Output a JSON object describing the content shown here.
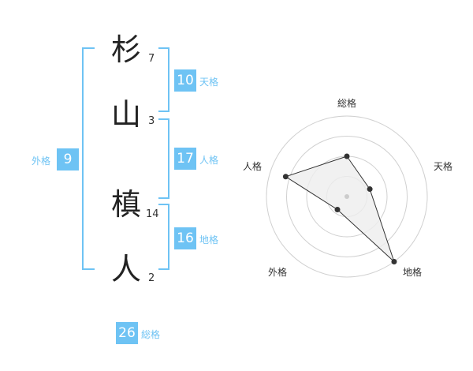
{
  "name": {
    "chars": [
      {
        "char": "杉",
        "strokes": "7"
      },
      {
        "char": "山",
        "strokes": "3"
      },
      {
        "char": "槙",
        "strokes": "14"
      },
      {
        "char": "人",
        "strokes": "2"
      }
    ]
  },
  "fortunes": {
    "tenkaku": {
      "label": "天格",
      "value": "10"
    },
    "jinkaku": {
      "label": "人格",
      "value": "17"
    },
    "chikaku": {
      "label": "地格",
      "value": "16"
    },
    "gaikaku": {
      "label": "外格",
      "value": "9"
    },
    "soukaku": {
      "label": "総格",
      "value": "26"
    }
  },
  "colors": {
    "accent": "#6ec3f4",
    "grid": "#d0d0d0",
    "polygon_fill": "#eeeeee",
    "polygon_stroke": "#333333"
  },
  "chart_data": {
    "type": "radar",
    "categories": [
      "総格",
      "天格",
      "地格",
      "外格",
      "人格"
    ],
    "values": [
      2.5,
      1.5,
      5,
      1,
      4
    ],
    "rmax": 5,
    "rings": 4
  }
}
